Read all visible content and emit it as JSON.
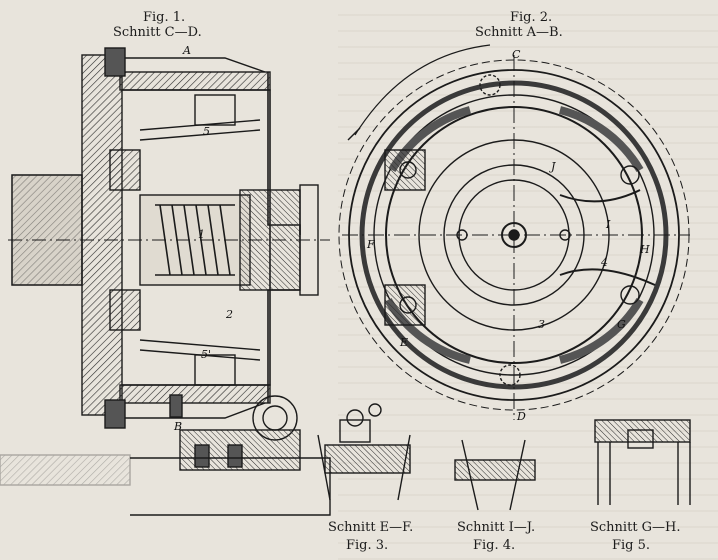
{
  "fig1": {
    "number": "Fig. 1.",
    "section": "Schnitt C—D."
  },
  "fig2": {
    "number": "Fig. 2.",
    "section": "Schnitt A—B."
  },
  "fig3": {
    "number": "Fig. 3.",
    "section": "Schnitt E—F."
  },
  "fig4": {
    "number": "Fig. 4.",
    "section": "Schnitt I—J."
  },
  "fig5": {
    "number": "Fig 5.",
    "section": "Schnitt G—H."
  },
  "labels": {
    "a": "A",
    "b": "B",
    "c": "C",
    "d": "D",
    "e": "E",
    "f": "F",
    "g": "G",
    "h": "H",
    "i": "I",
    "j": "J",
    "n1": "1",
    "n2": "2",
    "n3": "3",
    "n4": "4",
    "n5": "5",
    "n5p": "5'"
  },
  "colors": {
    "ink": "#1b1b1b",
    "paper": "#e8e4dc",
    "hatch": "#3a3a3a"
  }
}
